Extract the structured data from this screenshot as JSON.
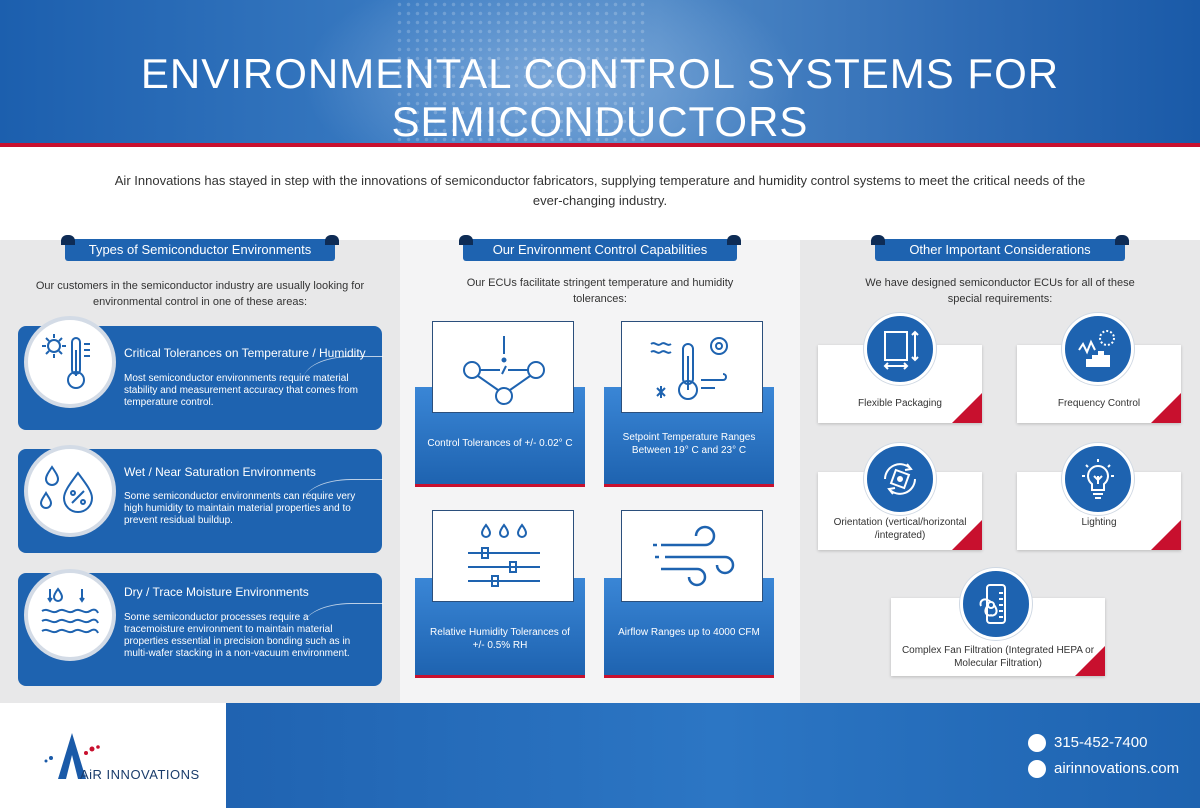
{
  "header": {
    "title": "ENVIRONMENTAL CONTROL SYSTEMS FOR SEMICONDUCTORS"
  },
  "intro": {
    "text": "Air Innovations has stayed in step with the innovations of semiconductor fabricators, supplying temperature and humidity control systems to meet the critical needs of the ever-changing industry."
  },
  "col1": {
    "tab": "Types of Semiconductor Environments",
    "desc": "Our customers in the semiconductor industry are usually looking for environmental control in one of these areas:",
    "items": [
      {
        "title": "Critical Tolerances on Temperature / Humidity",
        "body": "Most semiconductor environments require material stability and measurement accuracy that comes from temperature control.",
        "icon": "sun-thermometer-icon"
      },
      {
        "title": "Wet / Near Saturation Environments",
        "body": "Some semiconductor environments can require very high humidity to maintain material properties and to prevent residual buildup.",
        "icon": "humidity-drops-icon"
      },
      {
        "title": "Dry / Trace Moisture Environments",
        "body": "Some semiconductor processes require a tracemoisture environment to maintain material properties essential in precision bonding such as in multi-wafer stacking in a non-vacuum environment.",
        "icon": "moisture-layers-icon"
      }
    ]
  },
  "col2": {
    "tab": "Our Environment Control Capabilities",
    "desc": "Our ECUs facilitate stringent temperature and humidity tolerances:",
    "items": [
      {
        "text": "Control Tolerances of +/- 0.02° C",
        "icon": "network-alert-icon"
      },
      {
        "text": "Setpoint Temperature Ranges Between 19° C and 23° C",
        "icon": "thermometer-gear-icon"
      },
      {
        "text": "Relative Humidity Tolerances of +/- 0.5% RH",
        "icon": "humidity-sliders-icon"
      },
      {
        "text": "Airflow Ranges up to 4000 CFM",
        "icon": "wind-icon"
      }
    ]
  },
  "col3": {
    "tab": "Other Important Considerations",
    "desc": "We have designed semiconductor ECUs for all of these special requirements:",
    "items": [
      {
        "label": "Flexible Packaging",
        "icon": "resize-box-icon"
      },
      {
        "label": "Frequency Control",
        "icon": "frequency-bars-icon"
      },
      {
        "label": "Orientation (vertical/horizontal /integrated)",
        "icon": "rotate-box-icon"
      },
      {
        "label": "Lighting",
        "icon": "lightbulb-icon"
      },
      {
        "label": "Complex Fan Filtration (Integrated HEPA or Molecular Filtration)",
        "icon": "fan-filter-icon"
      }
    ]
  },
  "footer": {
    "logo": "AiR INNOVATIONS",
    "phone": "315-452-7400",
    "website": "airinnovations.com"
  },
  "colors": {
    "blue": "#1e63b0",
    "red": "#c8102e"
  }
}
